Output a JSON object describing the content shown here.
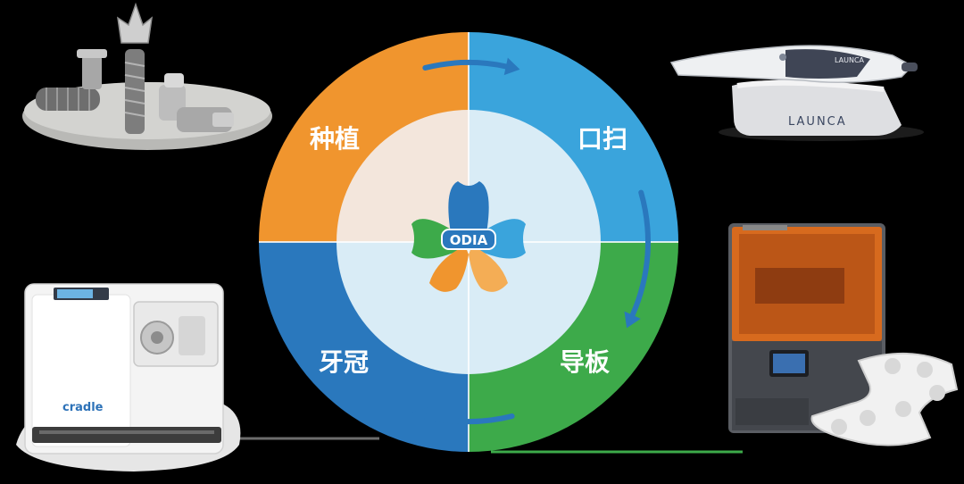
{
  "cycle": {
    "segments": [
      {
        "label": "种植",
        "color": "#f0952e",
        "inner_color": "#f3e6dc"
      },
      {
        "label": "口扫",
        "color": "#3aa4dc",
        "inner_color": "#d9ecf6"
      },
      {
        "label": "导板",
        "color": "#3daa4a",
        "inner_color": "#d9ecf6"
      },
      {
        "label": "牙冠",
        "color": "#2a78bd",
        "inner_color": "#d9ecf6"
      }
    ]
  },
  "logo": {
    "text": "ODIA"
  },
  "devices": {
    "scanner": {
      "brand": "LAUNCA"
    },
    "milling": {
      "brand": "cradle"
    }
  }
}
